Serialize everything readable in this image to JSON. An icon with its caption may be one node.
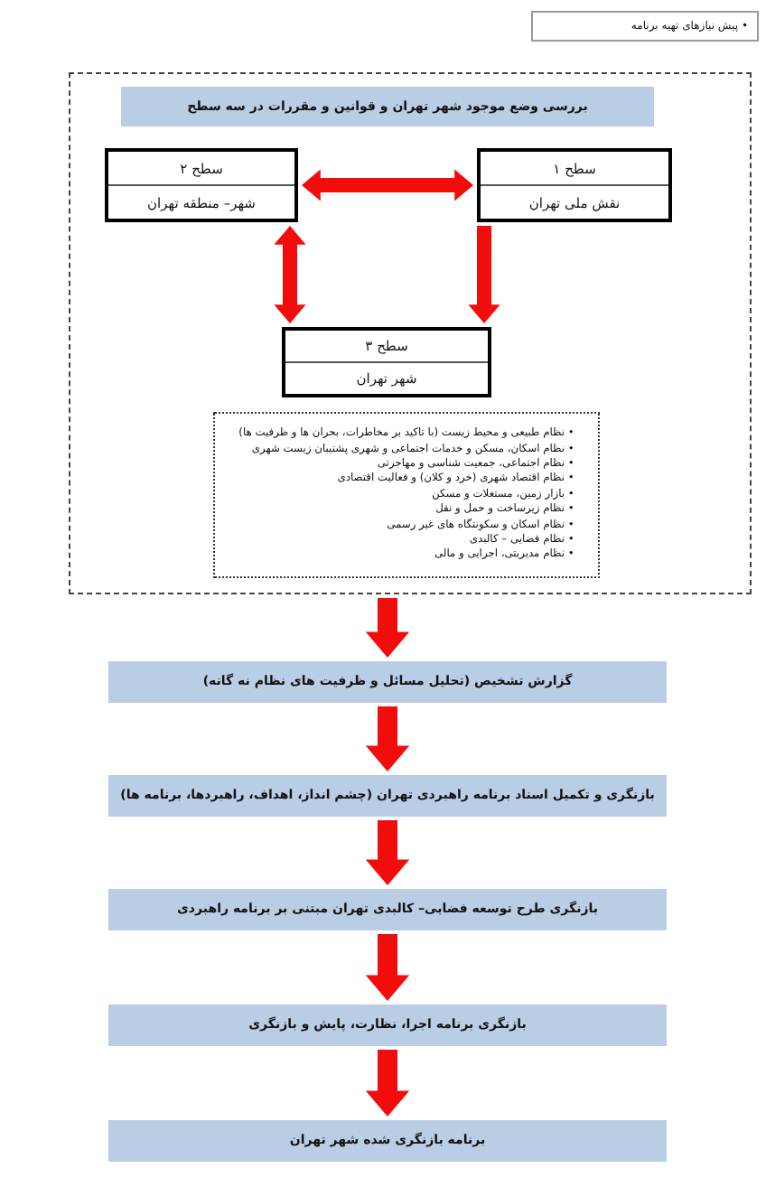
{
  "diagram": {
    "nodes": [
      {
        "text": [
          "• پیش نیازهای تهیه برنامه"
        ]
      },
      {
        "text": [],
        "shape": "box"
      },
      {
        "text": [
          "بررسی وضع موجود شهر تهران و قوانین و مقررات در سه سطح"
        ],
        "in": 1
      },
      {
        "text": [
          "سطح ۱",
          "نقش ملی تهران"
        ],
        "in": 1
      },
      {
        "text": [
          "سطح ۲",
          "شهر– منطقه تهران"
        ],
        "in": 1
      },
      {
        "text": [
          "سطح ۳",
          "شهر تهران"
        ],
        "in": 1
      },
      {
        "text": [
          "• نظام طبیعی و محیط زیست (با تاکید بر مخاطرات، بحران ها و ظرفیت ها)",
          "• نظام اسکان، مسکن و خدمات اجتماعی و شهری پشتیبان زیست شهری",
          "• نظام اجتماعی، جمعیت شناسی و مهاجرتی",
          "• نظام اقتصاد شهری (خرد و کلان) و فعالیت اقتصادی",
          "• بازار زمین، مستغلات و مسکن",
          "• نظام زیرساخت و حمل و نقل",
          "• نظام اسکان و سکونتگاه های غیر رسمی",
          "• نظام فضایی – کالبدی",
          "• نظام مدیریتی، اجرایی و مالی"
        ],
        "in": 1
      },
      {
        "text": [
          "گزارش تشخیص (تحلیل مسائل و ظرفیت های نظام نه گانه)"
        ]
      },
      {
        "text": [
          "بازنگری و تکمیل اسناد برنامه راهبردی تهران (چشم انداز، اهداف، راهبردها، برنامه ها)"
        ]
      },
      {
        "text": [
          "بازنگری طرح توسعه فضایی– کالبدی تهران مبتنی بر برنامه راهبردی"
        ]
      },
      {
        "text": [
          "بازنگری برنامه اجرا، نظارت، پایش و بازنگری"
        ]
      },
      {
        "text": [
          "برنامه بازنگری شده شهر تهران"
        ]
      }
    ],
    "edges": [
      {
        "from": 3,
        "to": 4,
        "arrow": "both"
      },
      {
        "from": 4,
        "to": 5,
        "arrow": "both"
      },
      {
        "from": 3,
        "to": 5,
        "arrow": "to"
      },
      {
        "from": 1,
        "to": 7,
        "arrow": "to"
      },
      {
        "from": 7,
        "to": 8,
        "arrow": "to"
      },
      {
        "from": 8,
        "to": 9,
        "arrow": "to"
      },
      {
        "from": 9,
        "to": 10,
        "arrow": "to"
      },
      {
        "from": 10,
        "to": 11,
        "arrow": "to"
      }
    ]
  }
}
